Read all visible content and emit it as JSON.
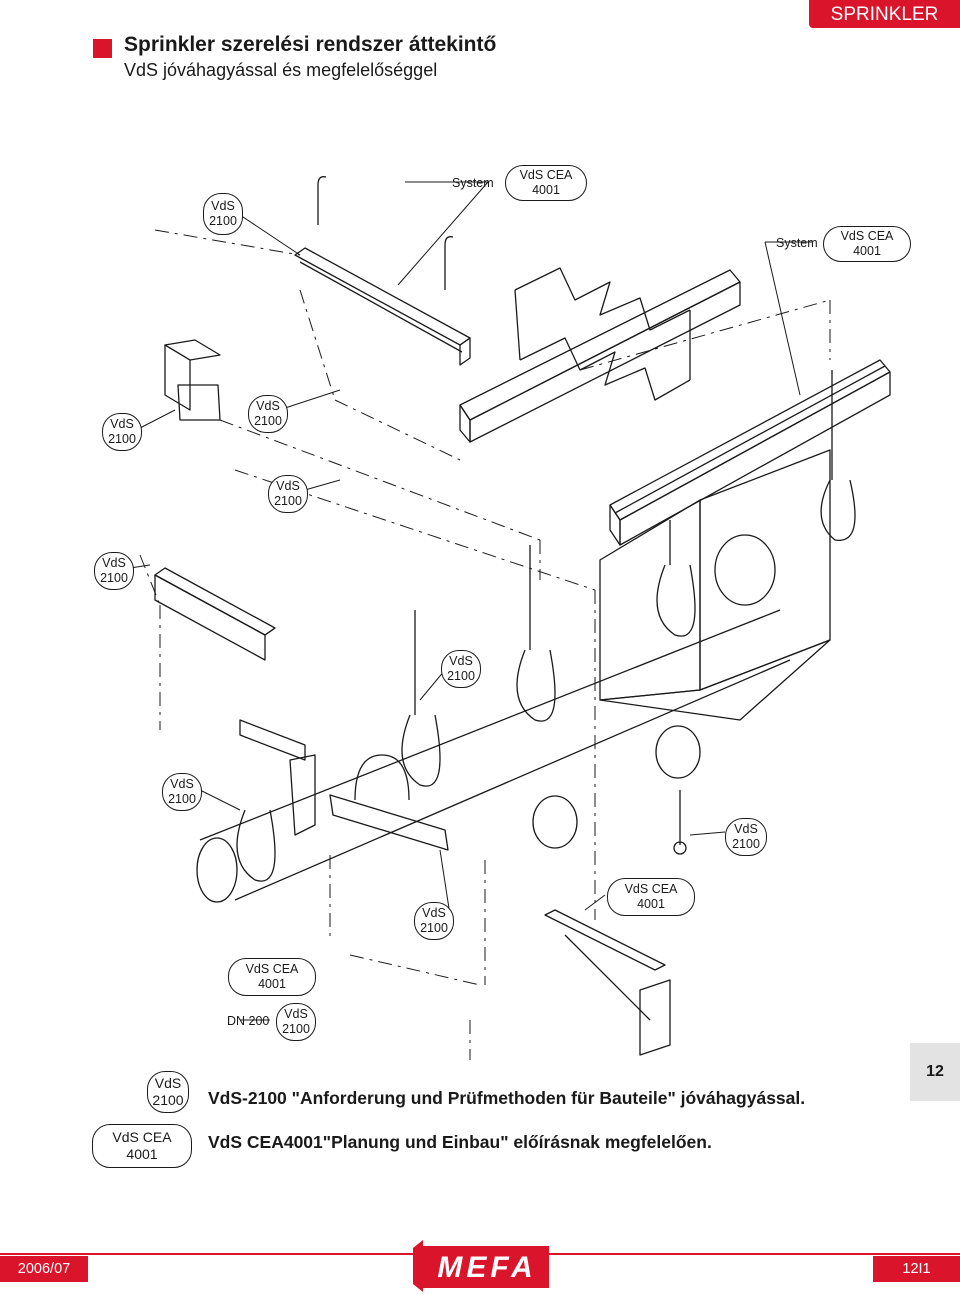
{
  "header": {
    "title": "Sprinkler szerelési rendszer áttekintő",
    "subtitle": "VdS jóváhagyással és megfelelőséggel",
    "category_tab": "SPRINKLER",
    "accent_color": "#d9142b"
  },
  "side_tab": {
    "number": "12"
  },
  "diagram": {
    "callouts": [
      {
        "line1": "VdS",
        "line2": "2100"
      },
      {
        "line1": "VdS CEA",
        "line2": "4001"
      },
      {
        "line1": "VdS CEA",
        "line2": "4001"
      },
      {
        "line1": "VdS",
        "line2": "2100"
      },
      {
        "line1": "VdS",
        "line2": "2100"
      },
      {
        "line1": "VdS",
        "line2": "2100"
      },
      {
        "line1": "VdS",
        "line2": "2100"
      },
      {
        "line1": "VdS",
        "line2": "2100"
      },
      {
        "line1": "VdS",
        "line2": "2100"
      },
      {
        "line1": "VdS",
        "line2": "2100"
      },
      {
        "line1": "VdS CEA",
        "line2": "4001"
      },
      {
        "line1": "VdS",
        "line2": "2100"
      },
      {
        "line1": "VdS CEA",
        "line2": "4001"
      },
      {
        "line1": "VdS",
        "line2": "2100"
      }
    ],
    "system_label_1": "System",
    "system_label_2": "System",
    "dn_label": "DN 200"
  },
  "notes": [
    {
      "badge_line1": "VdS",
      "badge_line2": "2100",
      "text": "VdS-2100 \"Anforderung und Prüfmethoden für Bauteile\" jóváhagyással."
    },
    {
      "badge_line1": "VdS CEA",
      "badge_line2": "4001",
      "text": "VdS CEA4001\"Planung und Einbau\" előírásnak megfelelően."
    }
  ],
  "footer": {
    "date": "2006/07",
    "page": "12I1",
    "logo": "MEFA"
  }
}
